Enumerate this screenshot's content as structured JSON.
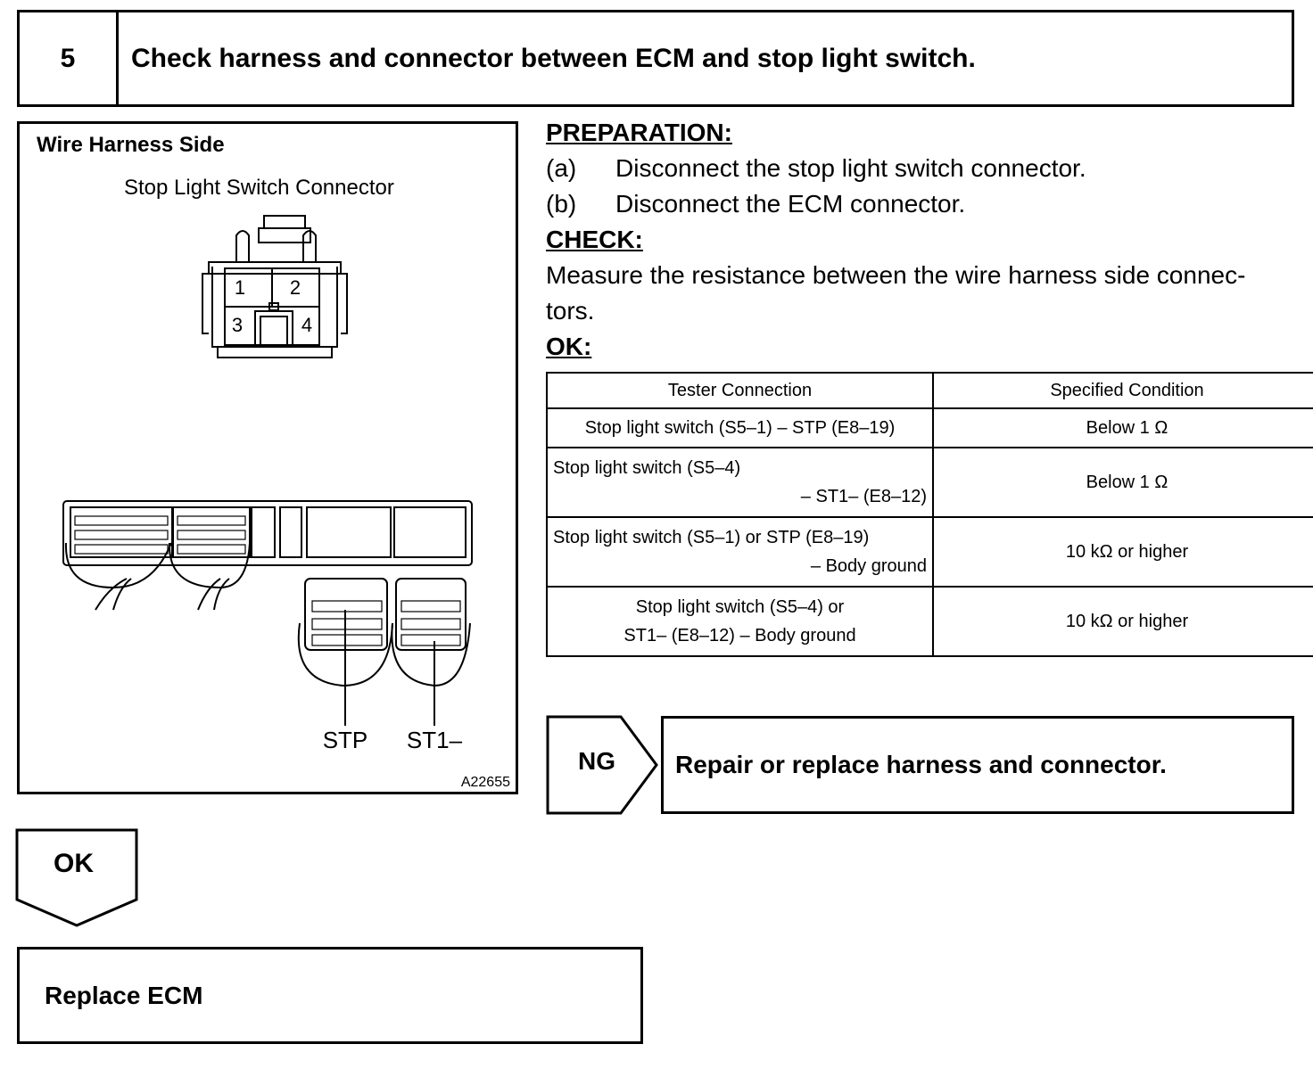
{
  "step": {
    "number": "5",
    "title": "Check harness and connector between ECM and stop light switch."
  },
  "figure": {
    "title": "Wire Harness Side",
    "subtitle": "Stop Light Switch Connector",
    "pins": [
      "1",
      "2",
      "3",
      "4"
    ],
    "terminal_labels": [
      "STP",
      "ST1–"
    ],
    "figure_id": "A22655"
  },
  "preparation": {
    "heading": "PREPARATION:",
    "steps": [
      {
        "label": "(a)",
        "text": "Disconnect the stop light switch connector."
      },
      {
        "label": "(b)",
        "text": "Disconnect the ECM connector."
      }
    ]
  },
  "check": {
    "heading": "CHECK:",
    "lines": [
      "Measure the resistance between the wire harness side connec-",
      "tors."
    ]
  },
  "ok_heading": "OK:",
  "table": {
    "headers": [
      "Tester Connection",
      "Specified Condition"
    ],
    "rows": [
      {
        "connection": [
          "Stop light switch (S5–1) – STP (E8–19)"
        ],
        "condition": "Below 1 Ω"
      },
      {
        "connection": [
          "Stop light switch (S5–4)",
          "– ST1– (E8–12)"
        ],
        "condition": "Below 1 Ω"
      },
      {
        "connection": [
          "Stop light switch (S5–1) or STP (E8–19)",
          "– Body ground"
        ],
        "condition": "10 kΩ or higher"
      },
      {
        "connection": [
          "Stop light switch (S5–4) or",
          "ST1– (E8–12) – Body ground"
        ],
        "condition": "10 kΩ or higher"
      }
    ]
  },
  "ng_branch": {
    "label": "NG",
    "action": "Repair or replace harness and connector."
  },
  "ok_branch": {
    "label": "OK",
    "action": "Replace ECM"
  }
}
